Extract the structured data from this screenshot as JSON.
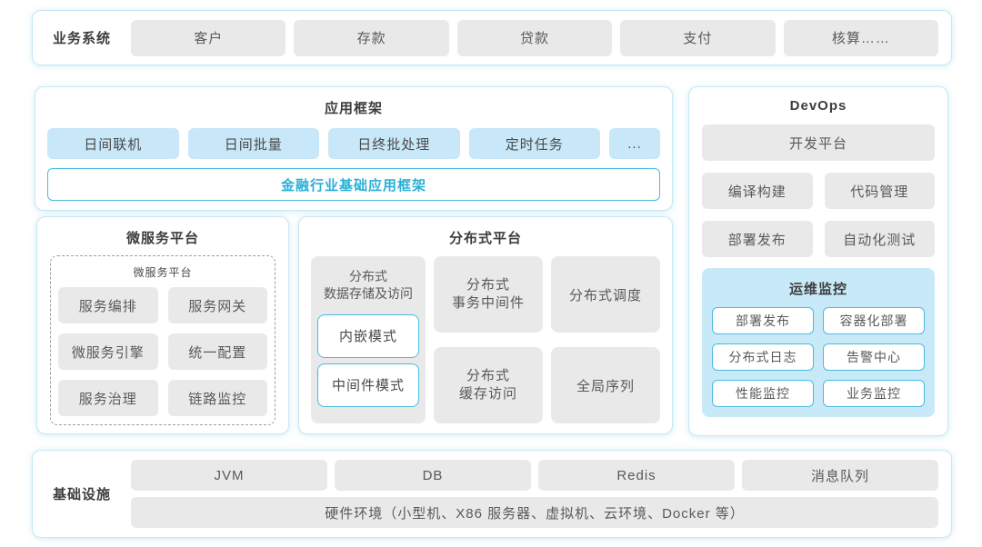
{
  "palette": {
    "accent_teal": "#29afd6",
    "teal_border": "#49bbdd",
    "light_blue_fill": "#c8e7f8",
    "monitor_panel_fill": "#c8e9f8",
    "gray_fill": "#e9e9e9",
    "panel_border": "#c6e8f4",
    "title_text": "#3d3d3d",
    "body_text": "#595959"
  },
  "business": {
    "label": "业务系统",
    "items": [
      "客户",
      "存款",
      "贷款",
      "支付",
      "核算……"
    ]
  },
  "app_framework": {
    "title": "应用框架",
    "modules": [
      "日间联机",
      "日间批量",
      "日终批处理",
      "定时任务",
      "..."
    ],
    "base": "金融行业基础应用框架"
  },
  "devops": {
    "title": "DevOps",
    "platform": "开发平台",
    "tools": [
      "编译构建",
      "代码管理",
      "部署发布",
      "自动化测试"
    ],
    "monitoring": {
      "title": "运维监控",
      "items": [
        "部署发布",
        "容器化部署",
        "分布式日志",
        "告警中心",
        "性能监控",
        "业务监控"
      ]
    }
  },
  "microservice": {
    "title": "微服务平台",
    "inner_title": "微服务平台",
    "items": [
      "服务编排",
      "服务网关",
      "微服务引擎",
      "统一配置",
      "服务治理",
      "链路监控"
    ]
  },
  "distributed": {
    "title": "分布式平台",
    "storage": {
      "label": "分布式\n数据存储及访问",
      "modes": [
        "内嵌模式",
        "中间件模式"
      ]
    },
    "col2": [
      "分布式\n事务中间件",
      "分布式\n缓存访问"
    ],
    "col3": [
      "分布式调度",
      "全局序列"
    ]
  },
  "infrastructure": {
    "label": "基础设施",
    "items": [
      "JVM",
      "DB",
      "Redis",
      "消息队列"
    ],
    "hardware": "硬件环境（小型机、X86 服务器、虚拟机、云环境、Docker 等）"
  }
}
